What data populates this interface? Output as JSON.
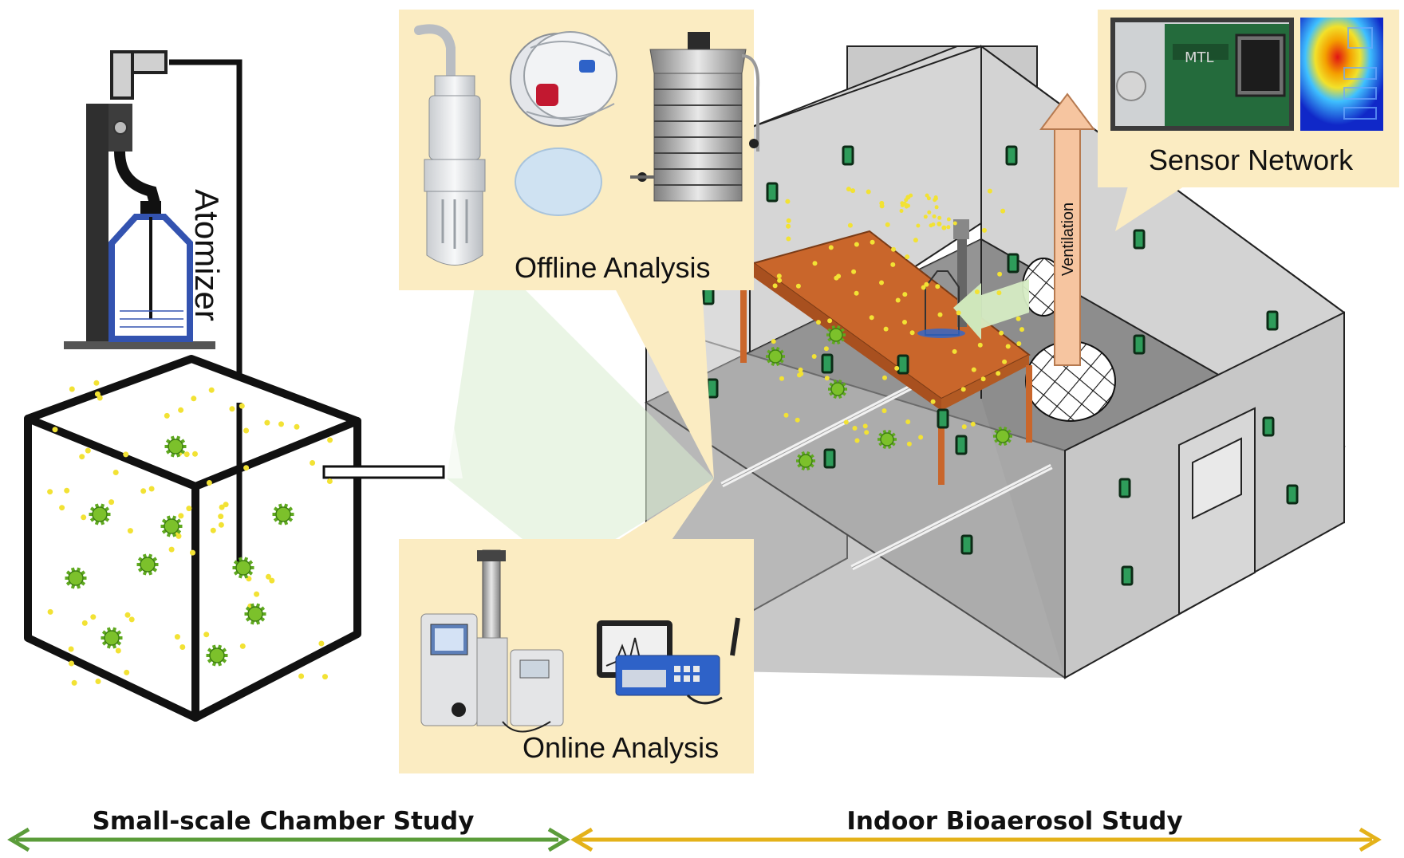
{
  "labels": {
    "atomizer": "Atomizer",
    "offline_analysis": "Offline Analysis",
    "online_analysis": "Online Analysis",
    "sensor_network": "Sensor Network",
    "ventilation": "Ventilation",
    "small_scale_study": "Small-scale Chamber Study",
    "indoor_study": "Indoor Bioaerosol Study"
  },
  "colors": {
    "panel_fill": "#fbecc2",
    "callout_green": "#d9ecd0",
    "particle_yellow": "#f2e234",
    "microbe_green": "#5fa91f",
    "sensor_green": "#2e9c5a",
    "table_orange": "#c9662b",
    "arrow_green": "#5b9c3a",
    "arrow_gold": "#e4b21a",
    "vent_arrow": "#f6c5a0",
    "room_gray": "#cfcfcf"
  }
}
